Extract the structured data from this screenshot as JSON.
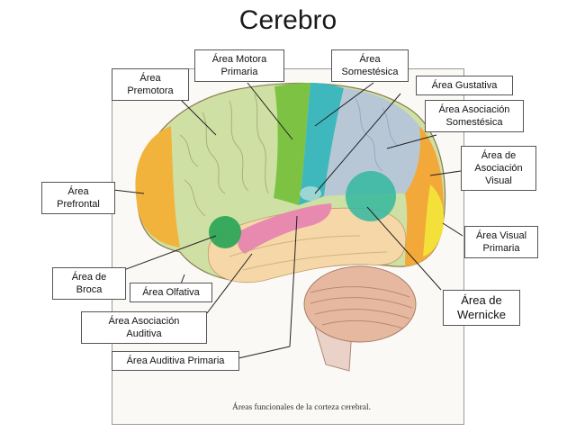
{
  "title": "Cerebro",
  "caption": "Áreas funcionales de la corteza cerebral.",
  "labels": {
    "premotora": "Área\nPremotora",
    "motora": "Área Motora\nPrimaria",
    "somestesica": "Área\nSomestésica",
    "gustativa": "Área Gustativa",
    "asociacion_somestesica": "Área Asociación\nSomestésica",
    "asociacion_visual": "Área de\nAsociación\nVisual",
    "prefrontal": "Área\nPrefrontal",
    "visual_primaria": "Área Visual\nPrimaria",
    "broca": "Área de\nBroca",
    "olfativa": "Área Olfativa",
    "wernicke": "Área de\nWernicke",
    "asociacion_auditiva": "Área Asociación\nAuditiva",
    "auditiva_primaria": "Área Auditiva Primaria"
  },
  "colors": {
    "prefrontal": "#f2b33d",
    "premotora": "#cfe0a4",
    "motora": "#7ec243",
    "somestesica": "#3fb8bd",
    "asociacion_somestesica": "#b7c7d6",
    "visual_asociacion": "#f2a93a",
    "visual_primaria": "#f3e13a",
    "temporal": "#f6d8a8",
    "auditiva": "#e889b0",
    "broca": "#2fa65a",
    "wernicke": "#34b7a0",
    "cerebellum": "#e7b8a0"
  }
}
